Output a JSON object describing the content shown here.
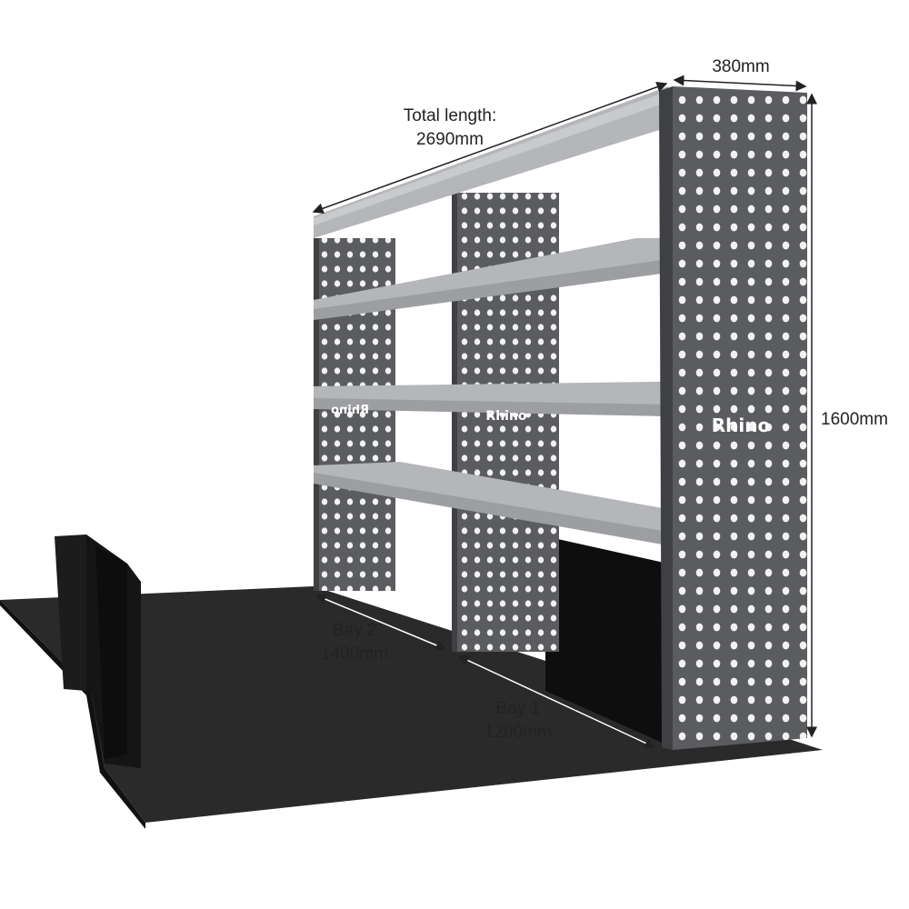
{
  "dimensions": {
    "total_length_label": "Total length:",
    "total_length_value": "2690mm",
    "depth": "380mm",
    "height": "1600mm",
    "bay2_label": "Bay 2",
    "bay2_value": "1400mm",
    "bay1_label": "Bay 1",
    "bay1_value": "1200mm"
  },
  "branding": {
    "logo_text": "Rhino"
  },
  "colors": {
    "floor": "#2a2a2a",
    "panel": "#5a5c60",
    "panel_dark": "#3e4044",
    "shelf": "#b4b6b9",
    "shelf_front": "#9c9ea1",
    "bulkhead": "#151515",
    "dimension_line": "#222222"
  }
}
